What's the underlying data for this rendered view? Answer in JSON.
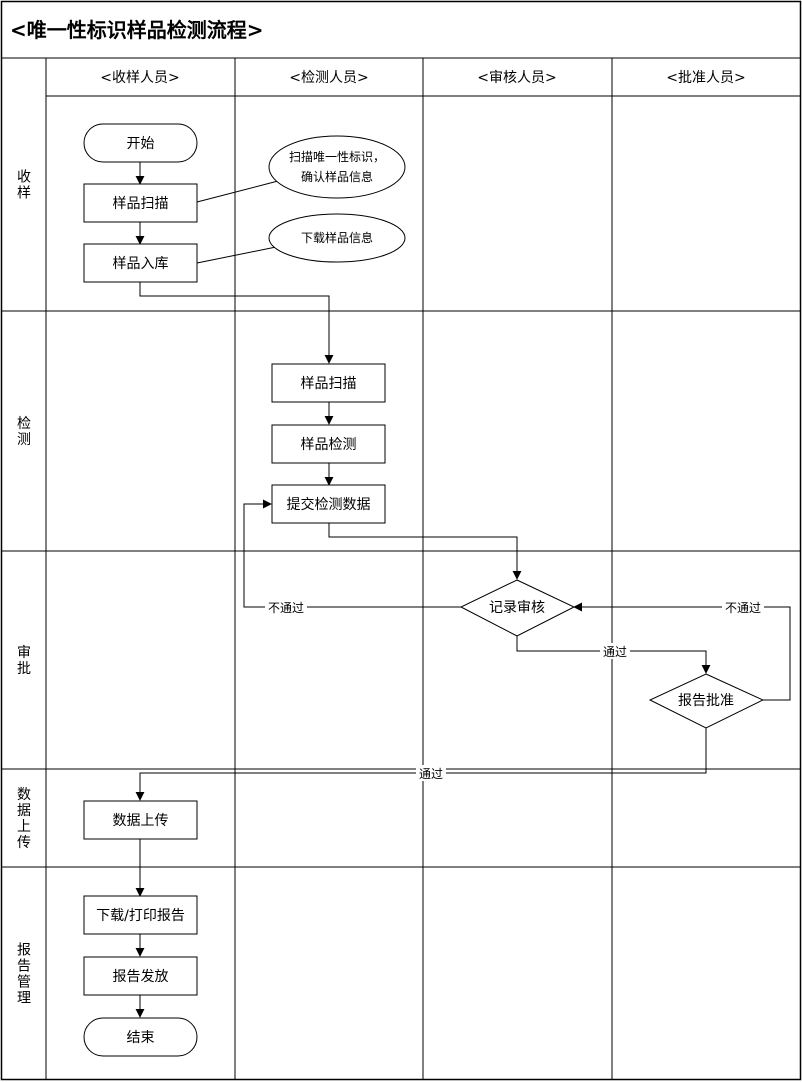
{
  "title": "<唯一性标识样品检测流程>",
  "lanes": [
    "<收样人员>",
    "<检测人员>",
    "<审核人员>",
    "<批准人员>"
  ],
  "phases": [
    "收样",
    "检测",
    "审批",
    "数据上传",
    "报告管理"
  ],
  "nodes": {
    "start": "开始",
    "recv_scan": "样品扫描",
    "recv_store": "样品入库",
    "note_scan_1": "扫描唯一性标识，",
    "note_scan_2": "确认样品信息",
    "note_download": "下载样品信息",
    "test_scan": "样品扫描",
    "test_detect": "样品检测",
    "test_submit": "提交检测数据",
    "review": "记录审核",
    "approve": "报告批准",
    "data_upload": "数据上传",
    "report_download": "下载/打印报告",
    "report_issue": "报告发放",
    "end": "结束"
  },
  "edge_labels": {
    "review_reject": "不通过",
    "approve_reject": "不通过",
    "review_pass": "通过",
    "approve_pass": "通过"
  }
}
